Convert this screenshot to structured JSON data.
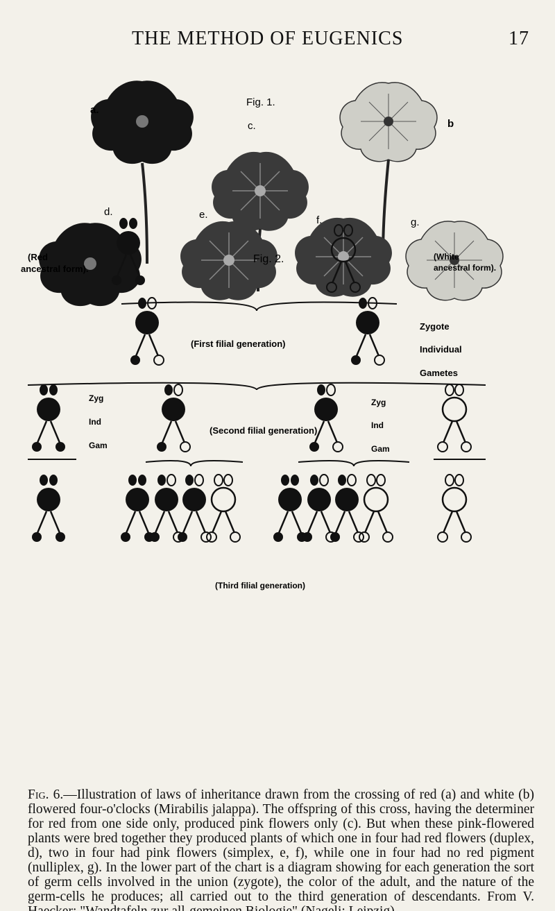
{
  "header": {
    "running_title": "THE METHOD OF EUGENICS",
    "page_number": "17"
  },
  "figure": {
    "fig1_label": "Fig. 1.",
    "fig2_label": "Fig. 2.",
    "flower_letters": [
      "a.",
      "b",
      "c.",
      "d.",
      "e.",
      "f.",
      "g."
    ],
    "red_form_label": [
      "(Red",
      "ancestral form)."
    ],
    "white_form_label": [
      "(White",
      "ancestral form)."
    ],
    "first_filial": "(First filial generation)",
    "second_filial": "(Second filial generation)",
    "third_filial": "(Third filial generation)",
    "zygote_label": "Zygote",
    "individual_label": "Individual",
    "gametes_label": "Gametes",
    "zyg": "Zyg",
    "ind": "Ind",
    "gam": "Gam"
  },
  "caption": {
    "fig_ref": "Fig. 6.",
    "text": "—Illustration of laws of inheritance drawn from the crossing of red (a) and white (b) flowered four-o'clocks (Mirabilis jalappa). The offspring of this cross, having the determiner for red from one side only, produced pink flowers only (c). But when these pink-flowered plants were bred together they produced plants of which one in four had red flowers (duplex, d), two in four had pink flowers (simplex, e, f), while one in four had no red pigment (nulliplex, g). In the lower part of the chart is a diagram showing for each generation the sort of germ cells involved in the union (zygote), the color of the adult, and the nature of the germ-cells he produces; all carried out to the third generation of descendants. From V. Haecker: \"Wandtafeln zur all-gemeinen Biologie\" (Nageli: Leipzig)."
  }
}
